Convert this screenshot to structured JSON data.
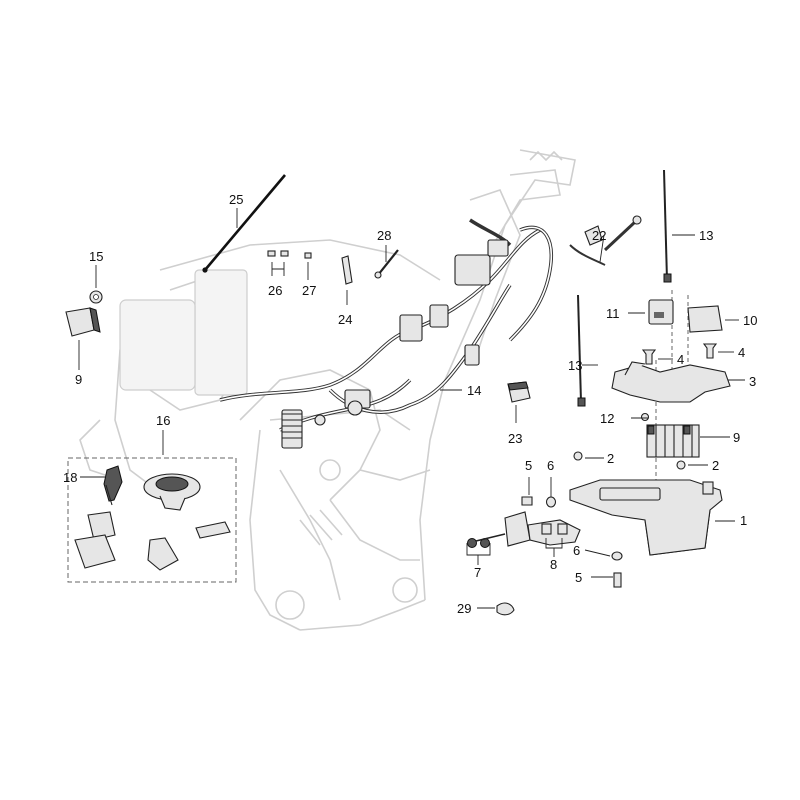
{
  "diagram": {
    "callouts": {
      "c1": "1",
      "c2a": "2",
      "c2b": "2",
      "c3": "3",
      "c4a": "4",
      "c4b": "4",
      "c5a": "5",
      "c5b": "5",
      "c6a": "6",
      "c6b": "6",
      "c7": "7",
      "c8": "8",
      "c9a": "9",
      "c9b": "9",
      "c10": "10",
      "c11": "11",
      "c12": "12",
      "c13a": "13",
      "c13b": "13",
      "c14": "14",
      "c15": "15",
      "c16": "16",
      "c18": "18",
      "c22": "22",
      "c23": "23",
      "c24": "24",
      "c25": "25",
      "c26": "26",
      "c27": "27",
      "c28": "28",
      "c29": "29"
    }
  }
}
